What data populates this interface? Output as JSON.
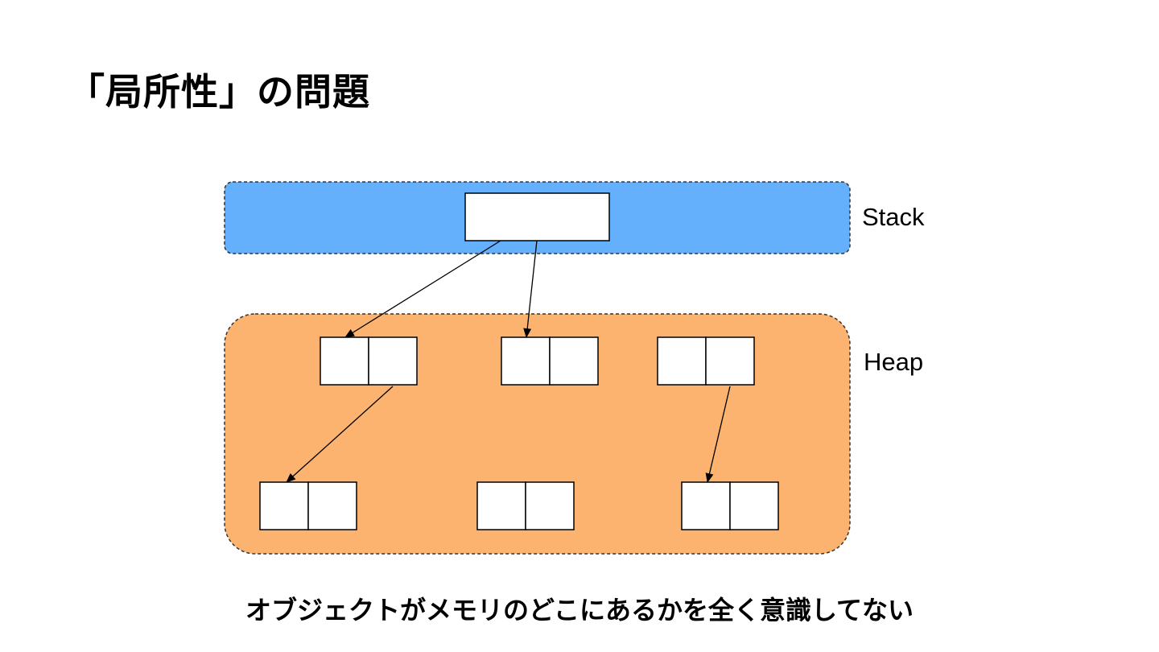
{
  "title": "「局所性」の問題",
  "diagram": {
    "stack_label": "Stack",
    "heap_label": "Heap",
    "stack_color": "#64b0fc",
    "heap_color": "#fcb370",
    "border_color": "#333333",
    "arrow_color": "#000000"
  },
  "caption": "オブジェクトがメモリのどこにあるかを全く意識してない"
}
